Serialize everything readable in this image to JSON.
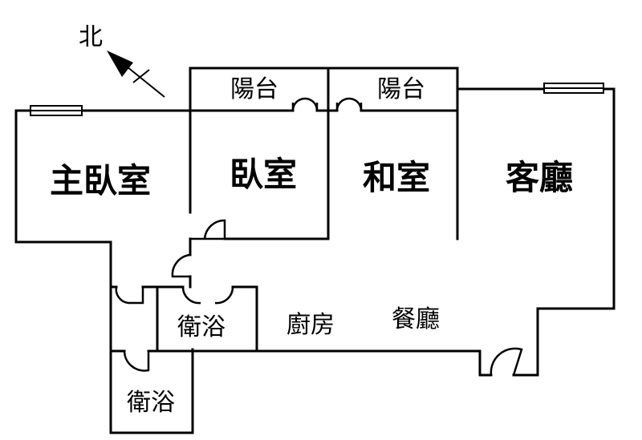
{
  "compass": {
    "label": "北",
    "icon": "north-arrow-icon"
  },
  "rooms": {
    "master_bedroom": "主臥室",
    "bedroom": "臥室",
    "japanese_room": "和室",
    "living_room": "客廳",
    "balcony_1": "陽台",
    "balcony_2": "陽台",
    "bathroom_1": "衛浴",
    "bathroom_2": "衛浴",
    "kitchen": "廚房",
    "dining_room": "餐廳"
  },
  "colors": {
    "wall": "#000000",
    "background": "#ffffff"
  }
}
